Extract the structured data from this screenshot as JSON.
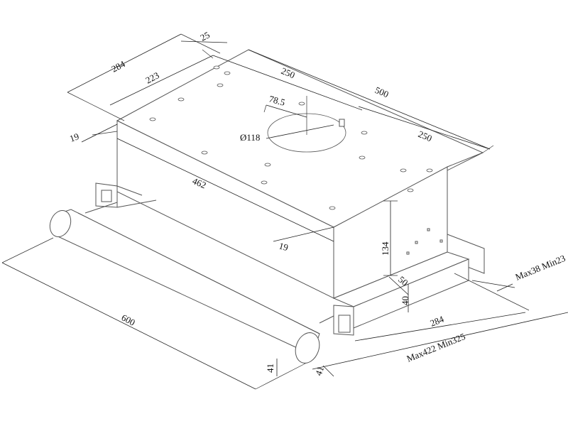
{
  "dimensions": {
    "d284_top": "284",
    "d25": "25",
    "d223": "223",
    "d250_top": "250",
    "d500": "500",
    "d78_5": "78.5",
    "d250_right": "250",
    "d118": "Ø118",
    "d19_left": "19",
    "d462": "462",
    "d19_bottom": "19",
    "d134": "134",
    "d50": "50",
    "d40_right": "40",
    "d284_bottom": "284",
    "dmax38": "Max38 Min23",
    "dmax422": "Max422 Min325",
    "d600": "600",
    "d41_a": "41",
    "d41_b": "41"
  }
}
